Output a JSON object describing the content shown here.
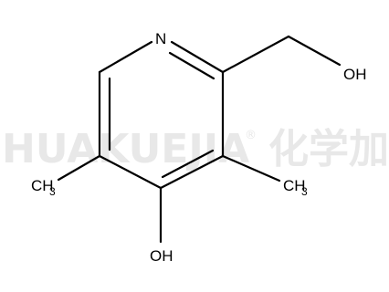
{
  "watermark": {
    "text": "HUAKUEJIA",
    "registered_mark": "®",
    "chinese": "化学加"
  },
  "structure": {
    "atoms": {
      "nitrogen": "N",
      "hydroxymethyl_oh": "OH",
      "hydroxyl_oh": "OH",
      "methyl_left": {
        "main": "CH",
        "sub": "3"
      },
      "methyl_right": {
        "main": "CH",
        "sub": "3"
      }
    }
  },
  "colors": {
    "bond": "#000000",
    "text": "#000000",
    "watermark": "#e8e8e8",
    "background": "#ffffff"
  }
}
